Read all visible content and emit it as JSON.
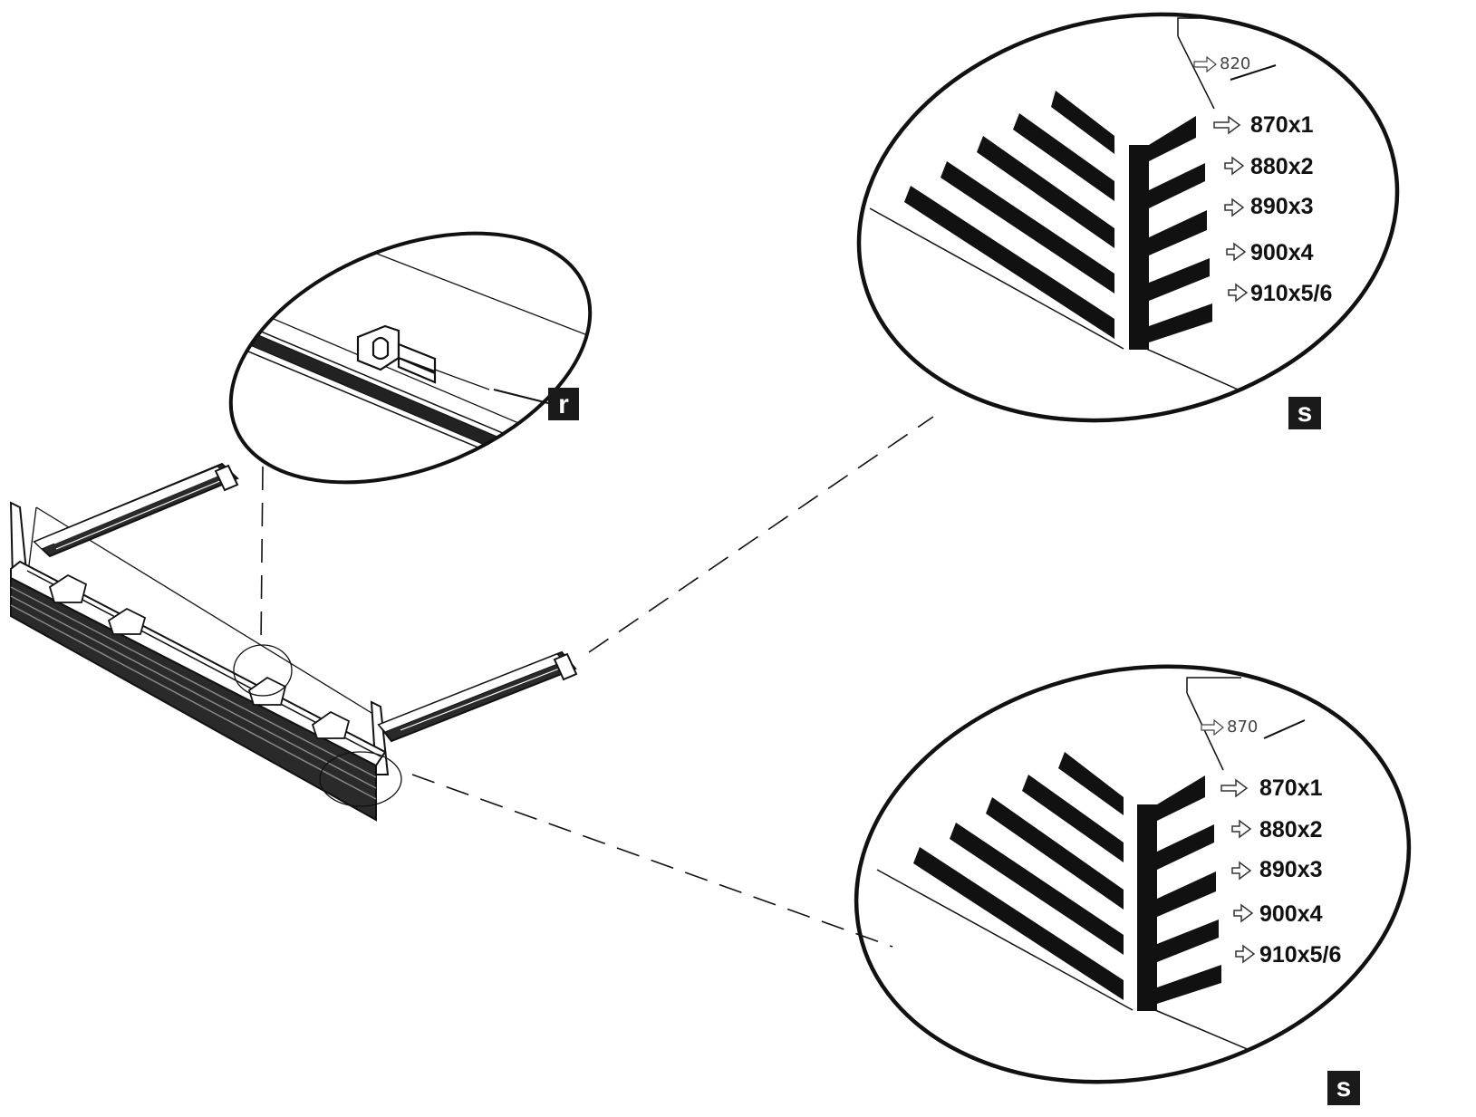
{
  "callout_r": {
    "letter": "r"
  },
  "detail_top": {
    "ref_label": "820",
    "labels": [
      "870x1",
      "880x2",
      "890x3",
      "900x4",
      "910x5/6"
    ],
    "badge": "s"
  },
  "detail_bottom": {
    "ref_label": "870",
    "labels": [
      "870x1",
      "880x2",
      "890x3",
      "900x4",
      "910x5/6"
    ],
    "badge": "s"
  },
  "colors": {
    "ink": "#111111",
    "paper": "#ffffff",
    "gray": "#555555"
  }
}
